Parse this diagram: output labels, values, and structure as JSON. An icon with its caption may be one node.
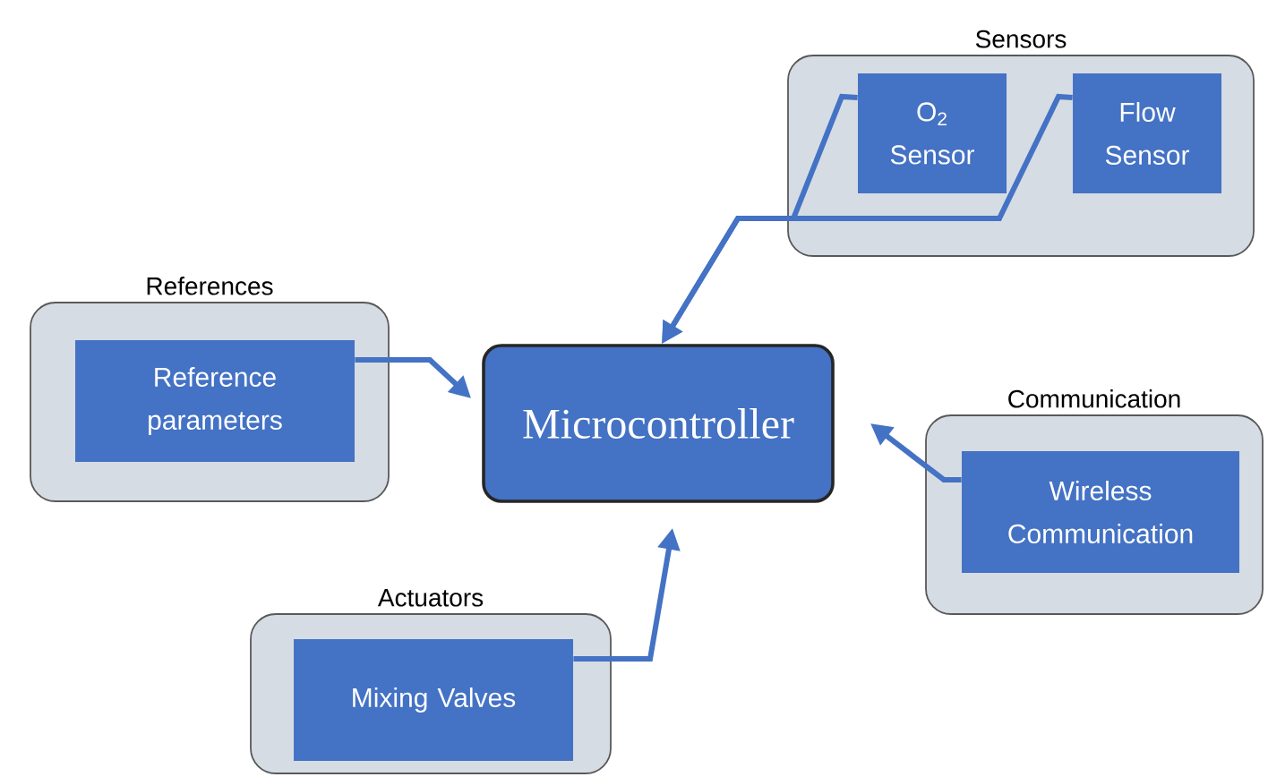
{
  "diagram": {
    "nodes": [
      {
        "text": [
          "Sensors"
        ]
      },
      {
        "text": [
          "O$_{2}$ Sensor"
        ],
        "in": 0
      },
      {
        "text": [
          "Flow Sensor"
        ],
        "in": 0
      },
      {
        "text": [
          "References"
        ]
      },
      {
        "text": [
          "Reference parameters"
        ],
        "in": 3
      },
      {
        "text": [
          "Microcontroller"
        ]
      },
      {
        "text": [
          "Communication"
        ]
      },
      {
        "text": [
          "Wireless Communication"
        ],
        "in": 6
      },
      {
        "text": [
          "Actuators"
        ]
      },
      {
        "text": [
          "Mixing Valves"
        ],
        "in": 8
      }
    ],
    "edges": [
      {
        "from": 1,
        "to": 5,
        "arrow": "to"
      },
      {
        "from": 2,
        "to": 5,
        "arrow": "to"
      },
      {
        "from": 4,
        "to": 5,
        "arrow": "to"
      },
      {
        "from": 7,
        "to": 5,
        "arrow": "to"
      },
      {
        "from": 9,
        "to": 5,
        "arrow": "to"
      }
    ]
  }
}
